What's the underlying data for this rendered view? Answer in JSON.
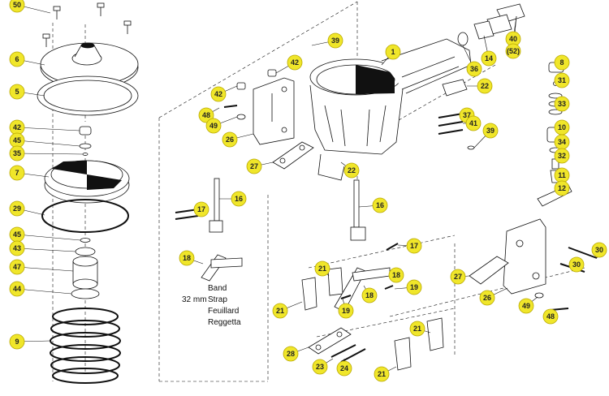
{
  "diagram": {
    "callout_color": "#f0e62a",
    "callout_stroke": "#b8a800",
    "leader_color": "#111111",
    "line_color": "#111111",
    "accent_fill": "#111111",
    "parts": [
      {
        "id": "c50a",
        "label": "50"
      },
      {
        "id": "c6",
        "label": "6"
      },
      {
        "id": "c5",
        "label": "5"
      },
      {
        "id": "c42a",
        "label": "42"
      },
      {
        "id": "c45a",
        "label": "45"
      },
      {
        "id": "c35",
        "label": "35"
      },
      {
        "id": "c7",
        "label": "7"
      },
      {
        "id": "c29",
        "label": "29"
      },
      {
        "id": "c45b",
        "label": "45"
      },
      {
        "id": "c43",
        "label": "43"
      },
      {
        "id": "c47",
        "label": "47"
      },
      {
        "id": "c44",
        "label": "44"
      },
      {
        "id": "c9",
        "label": "9"
      },
      {
        "id": "c39a",
        "label": "39"
      },
      {
        "id": "c1",
        "label": "1"
      },
      {
        "id": "c40",
        "label": "40"
      },
      {
        "id": "c52",
        "label": "(52)"
      },
      {
        "id": "c14",
        "label": "14"
      },
      {
        "id": "c36",
        "label": "36"
      },
      {
        "id": "c8",
        "label": "8"
      },
      {
        "id": "c31",
        "label": "31"
      },
      {
        "id": "c33",
        "label": "33"
      },
      {
        "id": "c10",
        "label": "10"
      },
      {
        "id": "c34",
        "label": "34"
      },
      {
        "id": "c32",
        "label": "32"
      },
      {
        "id": "c11",
        "label": "11"
      },
      {
        "id": "c12",
        "label": "12"
      },
      {
        "id": "c42b",
        "label": "42"
      },
      {
        "id": "c42c",
        "label": "42"
      },
      {
        "id": "c48a",
        "label": "48"
      },
      {
        "id": "c49a",
        "label": "49"
      },
      {
        "id": "c26a",
        "label": "26"
      },
      {
        "id": "c27a",
        "label": "27"
      },
      {
        "id": "c22a",
        "label": "22"
      },
      {
        "id": "c37",
        "label": "37"
      },
      {
        "id": "c41",
        "label": "41"
      },
      {
        "id": "c39b",
        "label": "39"
      },
      {
        "id": "c22b",
        "label": "22"
      },
      {
        "id": "c16a",
        "label": "16"
      },
      {
        "id": "c17a",
        "label": "17"
      },
      {
        "id": "c18a",
        "label": "18"
      },
      {
        "id": "c16b",
        "label": "16"
      },
      {
        "id": "c17b",
        "label": "17"
      },
      {
        "id": "c18b",
        "label": "18"
      },
      {
        "id": "c21a",
        "label": "21"
      },
      {
        "id": "c18c",
        "label": "18"
      },
      {
        "id": "c19a",
        "label": "19"
      },
      {
        "id": "c21b",
        "label": "21"
      },
      {
        "id": "c19b",
        "label": "19"
      },
      {
        "id": "c27b",
        "label": "27"
      },
      {
        "id": "c26b",
        "label": "26"
      },
      {
        "id": "c30a",
        "label": "30"
      },
      {
        "id": "c30b",
        "label": "30"
      },
      {
        "id": "c49b",
        "label": "49"
      },
      {
        "id": "c48b",
        "label": "48"
      },
      {
        "id": "c21c",
        "label": "21"
      },
      {
        "id": "c28",
        "label": "28"
      },
      {
        "id": "c23",
        "label": "23"
      },
      {
        "id": "c24",
        "label": "24"
      },
      {
        "id": "c21d",
        "label": "21"
      }
    ],
    "strap_note": {
      "size": "32 mm",
      "names": [
        "Band",
        "Strap",
        "Feuillard",
        "Reggetta"
      ]
    }
  }
}
